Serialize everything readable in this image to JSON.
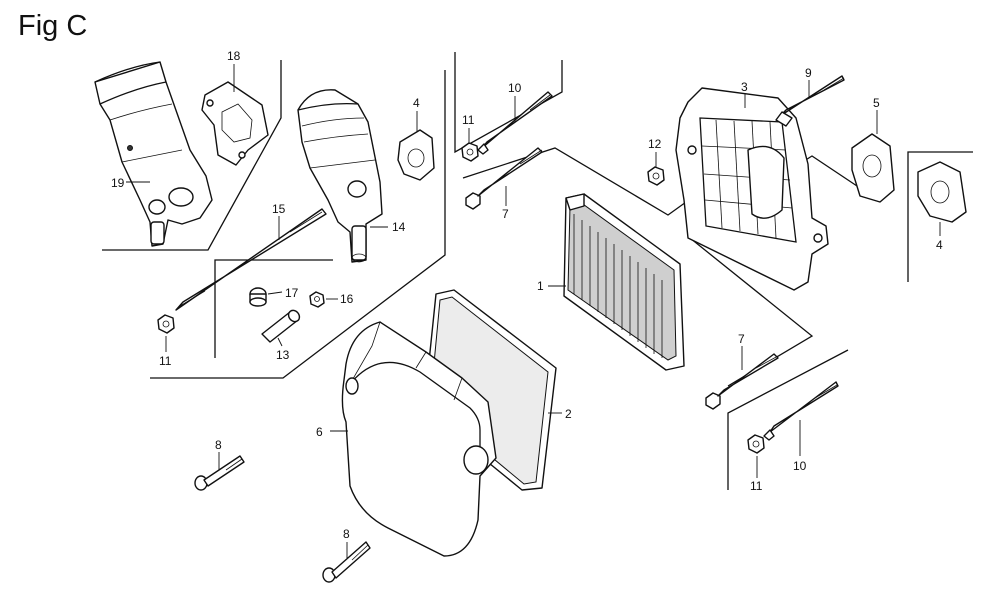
{
  "figure": {
    "title": "Fig C"
  },
  "callouts": {
    "c1": "1",
    "c2": "2",
    "c3": "3",
    "c4a": "4",
    "c4b": "4",
    "c5": "5",
    "c6": "6",
    "c7a": "7",
    "c7b": "7",
    "c8a": "8",
    "c8b": "8",
    "c9": "9",
    "c10a": "10",
    "c10b": "10",
    "c11a": "11",
    "c11b": "11",
    "c11c": "11",
    "c12": "12",
    "c13": "13",
    "c14": "14",
    "c15": "15",
    "c16": "16",
    "c17": "17",
    "c18": "18",
    "c19": "19"
  }
}
